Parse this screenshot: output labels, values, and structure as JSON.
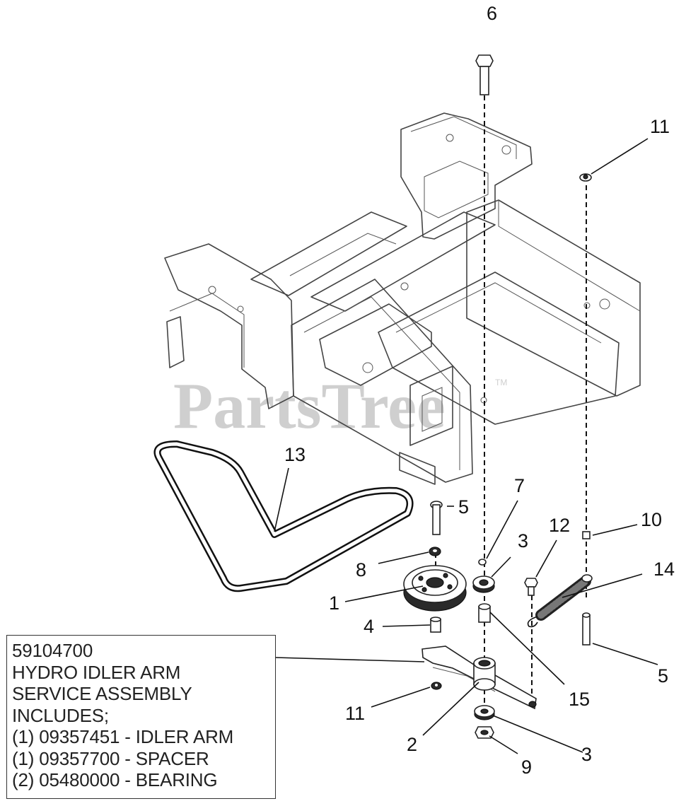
{
  "watermark": {
    "text": "PartsTree",
    "trademark": "TM"
  },
  "callouts": [
    {
      "id": "c6",
      "label": "6"
    },
    {
      "id": "c11a",
      "label": "11"
    },
    {
      "id": "c13",
      "label": "13"
    },
    {
      "id": "c5a",
      "label": "5"
    },
    {
      "id": "c7",
      "label": "7"
    },
    {
      "id": "c3a",
      "label": "3"
    },
    {
      "id": "c12",
      "label": "12"
    },
    {
      "id": "c10",
      "label": "10"
    },
    {
      "id": "c8",
      "label": "8"
    },
    {
      "id": "c14",
      "label": "14"
    },
    {
      "id": "c1",
      "label": "1"
    },
    {
      "id": "c4",
      "label": "4"
    },
    {
      "id": "c15",
      "label": "15"
    },
    {
      "id": "c5b",
      "label": "5"
    },
    {
      "id": "c11b",
      "label": "11"
    },
    {
      "id": "c2",
      "label": "2"
    },
    {
      "id": "c3b",
      "label": "3"
    },
    {
      "id": "c9",
      "label": "9"
    }
  ],
  "service_box": {
    "lines": [
      "59104700",
      "HYDRO IDLER ARM",
      "SERVICE ASSEMBLY",
      "INCLUDES;",
      "(1) 09357451 - IDLER ARM",
      "(1) 09357700 - SPACER",
      "(2) 05480000 - BEARING"
    ]
  }
}
